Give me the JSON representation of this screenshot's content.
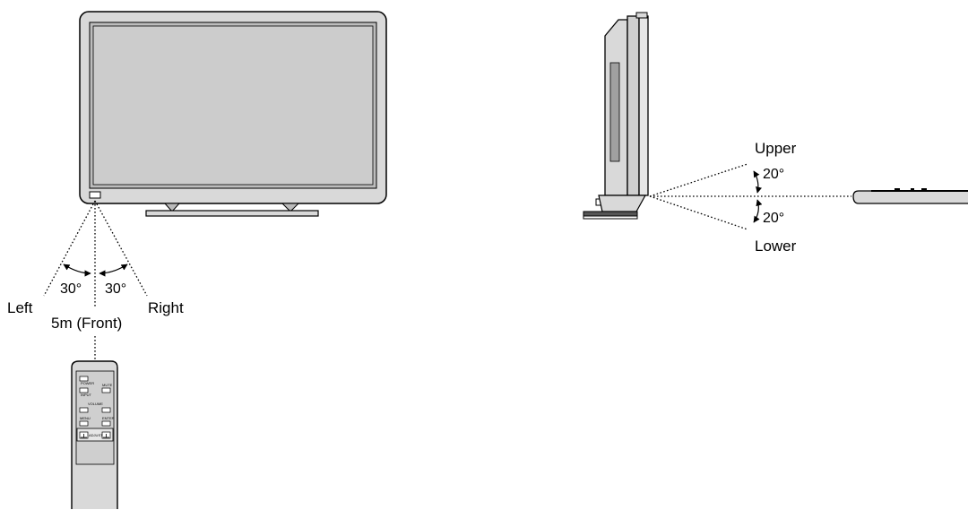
{
  "front_view": {
    "left_label": "Left",
    "right_label": "Right",
    "front_label": "5m (Front)",
    "left_angle": "30°",
    "right_angle": "30°"
  },
  "side_view": {
    "upper_label": "Upper",
    "lower_label": "Lower",
    "upper_angle": "20°",
    "lower_angle": "20°"
  },
  "remote": {
    "button_labels": [
      "POWER",
      "INPUT",
      "MUTE",
      "VOLUME",
      "MENU",
      "ENTER",
      "ADJUST"
    ]
  },
  "colors": {
    "line": "#000000",
    "screen_fill": "#cccccc",
    "body_fill": "#d9d9d9",
    "dark_fill": "#555555"
  }
}
